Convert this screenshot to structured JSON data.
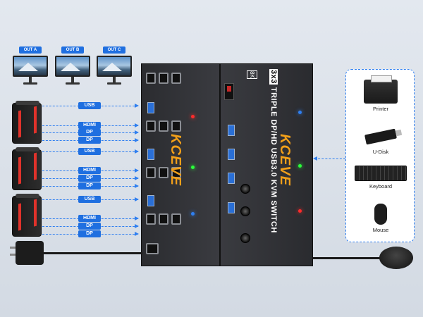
{
  "outputs": [
    {
      "label": "OUT A"
    },
    {
      "label": "OUT B"
    },
    {
      "label": "OUT C"
    }
  ],
  "computers": [
    {
      "cables": [
        "USB",
        "HDMI",
        "DP",
        "DP"
      ]
    },
    {
      "cables": [
        "USB",
        "HDMI",
        "DP",
        "DP"
      ]
    },
    {
      "cables": [
        "USB",
        "HDMI",
        "DP",
        "DP"
      ]
    }
  ],
  "device": {
    "brand": "KCEVE",
    "ratio": "3x3",
    "model": "TRIPLE DP/HD USB3.0 KVM SWITCH",
    "badge": "8K",
    "led_colors": [
      "#ff2b2b",
      "#2bff3a",
      "#2f7ff0"
    ]
  },
  "peripherals": [
    {
      "label": "Printer",
      "icon": "printer-icon"
    },
    {
      "label": "U-Disk",
      "icon": "usb-drive-icon"
    },
    {
      "label": "Keyboard",
      "icon": "keyboard-icon"
    },
    {
      "label": "Mouse",
      "icon": "mouse-icon"
    }
  ],
  "colors": {
    "accent": "#1f6fe0",
    "brand": "#f2a01a"
  }
}
